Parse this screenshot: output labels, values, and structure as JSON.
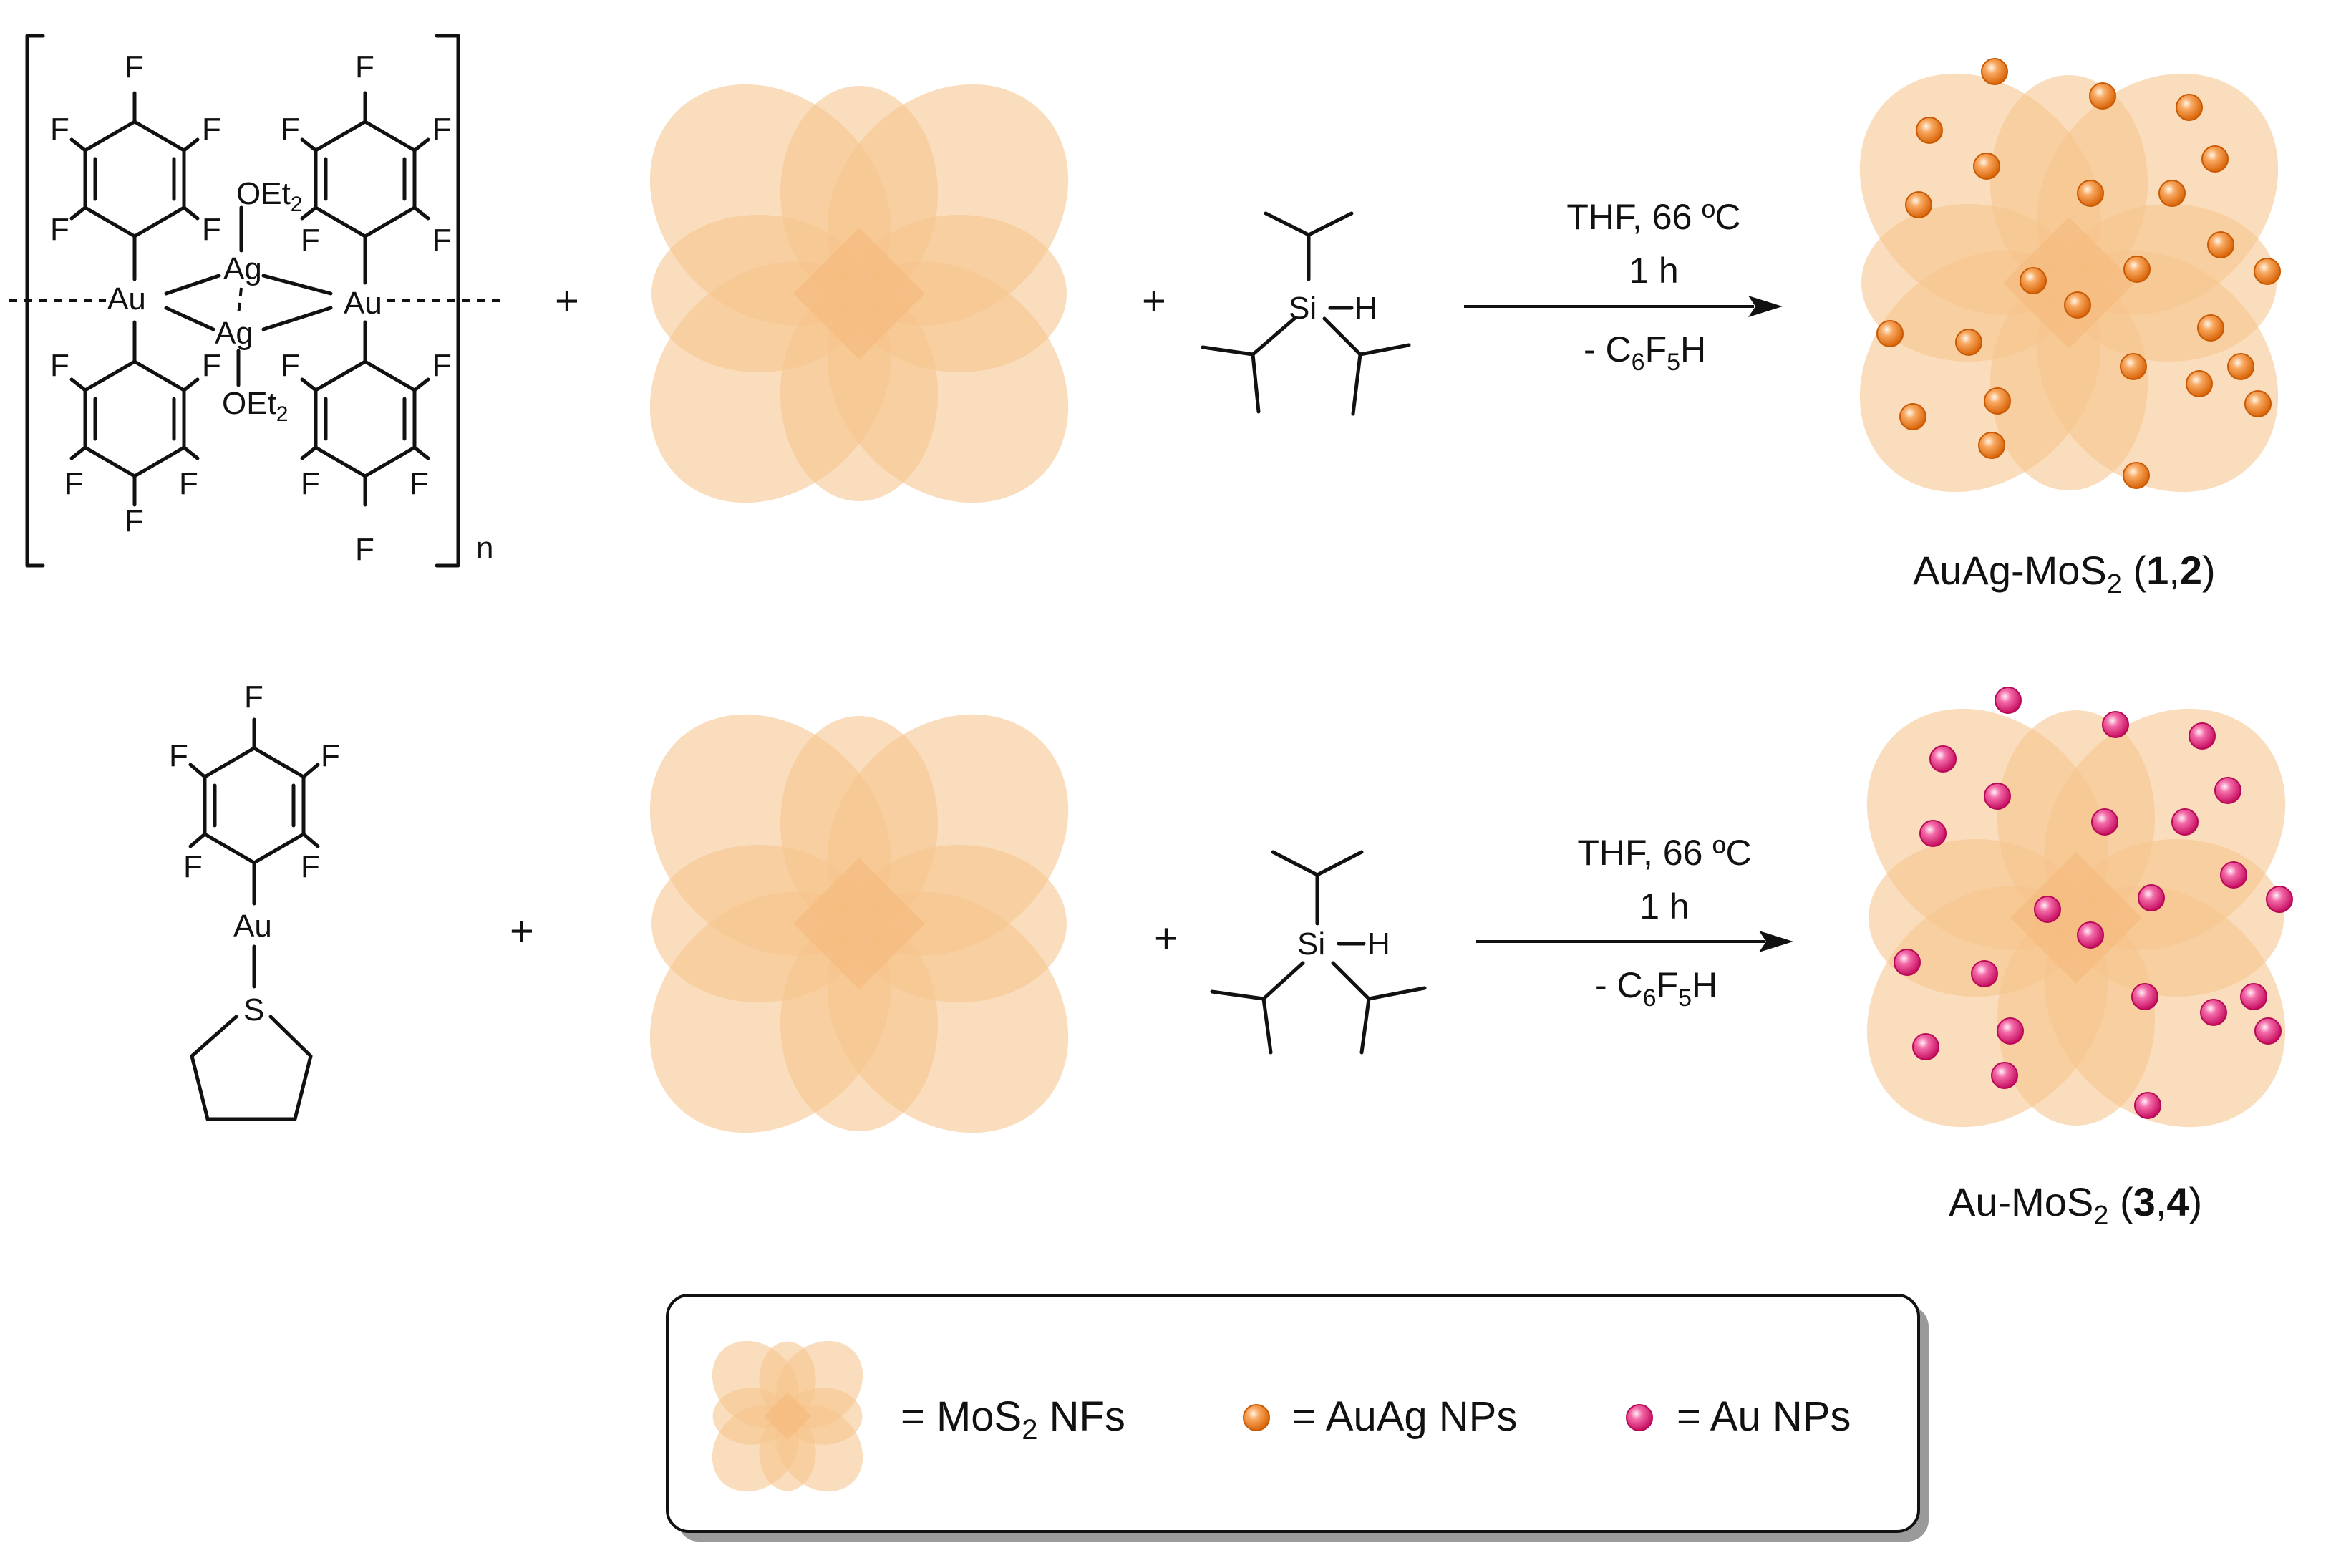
{
  "row1": {
    "bracket_subscript": "n",
    "complex_atoms": {
      "au_left": "Au",
      "au_right": "Au",
      "ag_top": "Ag",
      "ag_bottom": "Ag",
      "oet2_top": "OEt",
      "oet2_bottom": "OEt",
      "oet2_sub": "2",
      "fluorine": "F"
    },
    "plus1": "+",
    "plus2": "+",
    "silane": {
      "si": "Si",
      "h": "H"
    },
    "conditions": {
      "solvent_temp": "THF,  66 ºC",
      "time": "1 h",
      "byproduct_prefix": "- C",
      "byproduct_sub1": "6",
      "byproduct_mid": "F",
      "byproduct_sub2": "5",
      "byproduct_suffix": "H"
    },
    "product_label": {
      "prefix": "AuAg-MoS",
      "sub": "2",
      "open": " (",
      "n1": "1",
      "comma": ",",
      "n2": "2",
      "close": ")"
    }
  },
  "row2": {
    "precursor_atoms": {
      "au": "Au",
      "s": "S",
      "fluorine": "F"
    },
    "plus1": "+",
    "plus2": "+",
    "silane": {
      "si": "Si",
      "h": "H"
    },
    "conditions": {
      "solvent_temp": "THF,  66 ºC",
      "time": "1 h",
      "byproduct_prefix": "- C",
      "byproduct_sub1": "6",
      "byproduct_mid": "F",
      "byproduct_sub2": "5",
      "byproduct_suffix": "H"
    },
    "product_label": {
      "prefix": "Au-MoS",
      "sub": "2",
      "open": " (",
      "n1": "3",
      "comma": ",",
      "n2": "4",
      "close": ")"
    }
  },
  "legend": {
    "nf_prefix": "= MoS",
    "nf_sub": "2",
    "nf_suffix": " NFs",
    "auag": "= AuAg NPs",
    "au": "= Au NPs"
  },
  "colors": {
    "nanoflower": "#f7c48e",
    "auag_np": "#f07f1a",
    "au_np": "#ea2c86",
    "arrow": "#111111"
  }
}
